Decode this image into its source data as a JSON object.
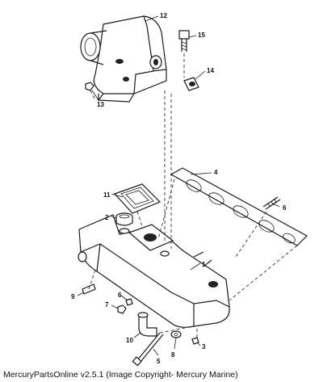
{
  "callouts": {
    "c1": "1",
    "c2": "2",
    "c3": "3",
    "c4": "4",
    "c5": "5",
    "c6": "6",
    "c7": "7",
    "c8": "8",
    "c9": "9",
    "c10": "10",
    "c11": "11",
    "c12": "12",
    "c13": "13",
    "c14": "14",
    "c15": "15"
  },
  "footer": {
    "caption": "MercuryPartsOnline v2.5.1 (Image Copyright- Mercury Marine)"
  }
}
